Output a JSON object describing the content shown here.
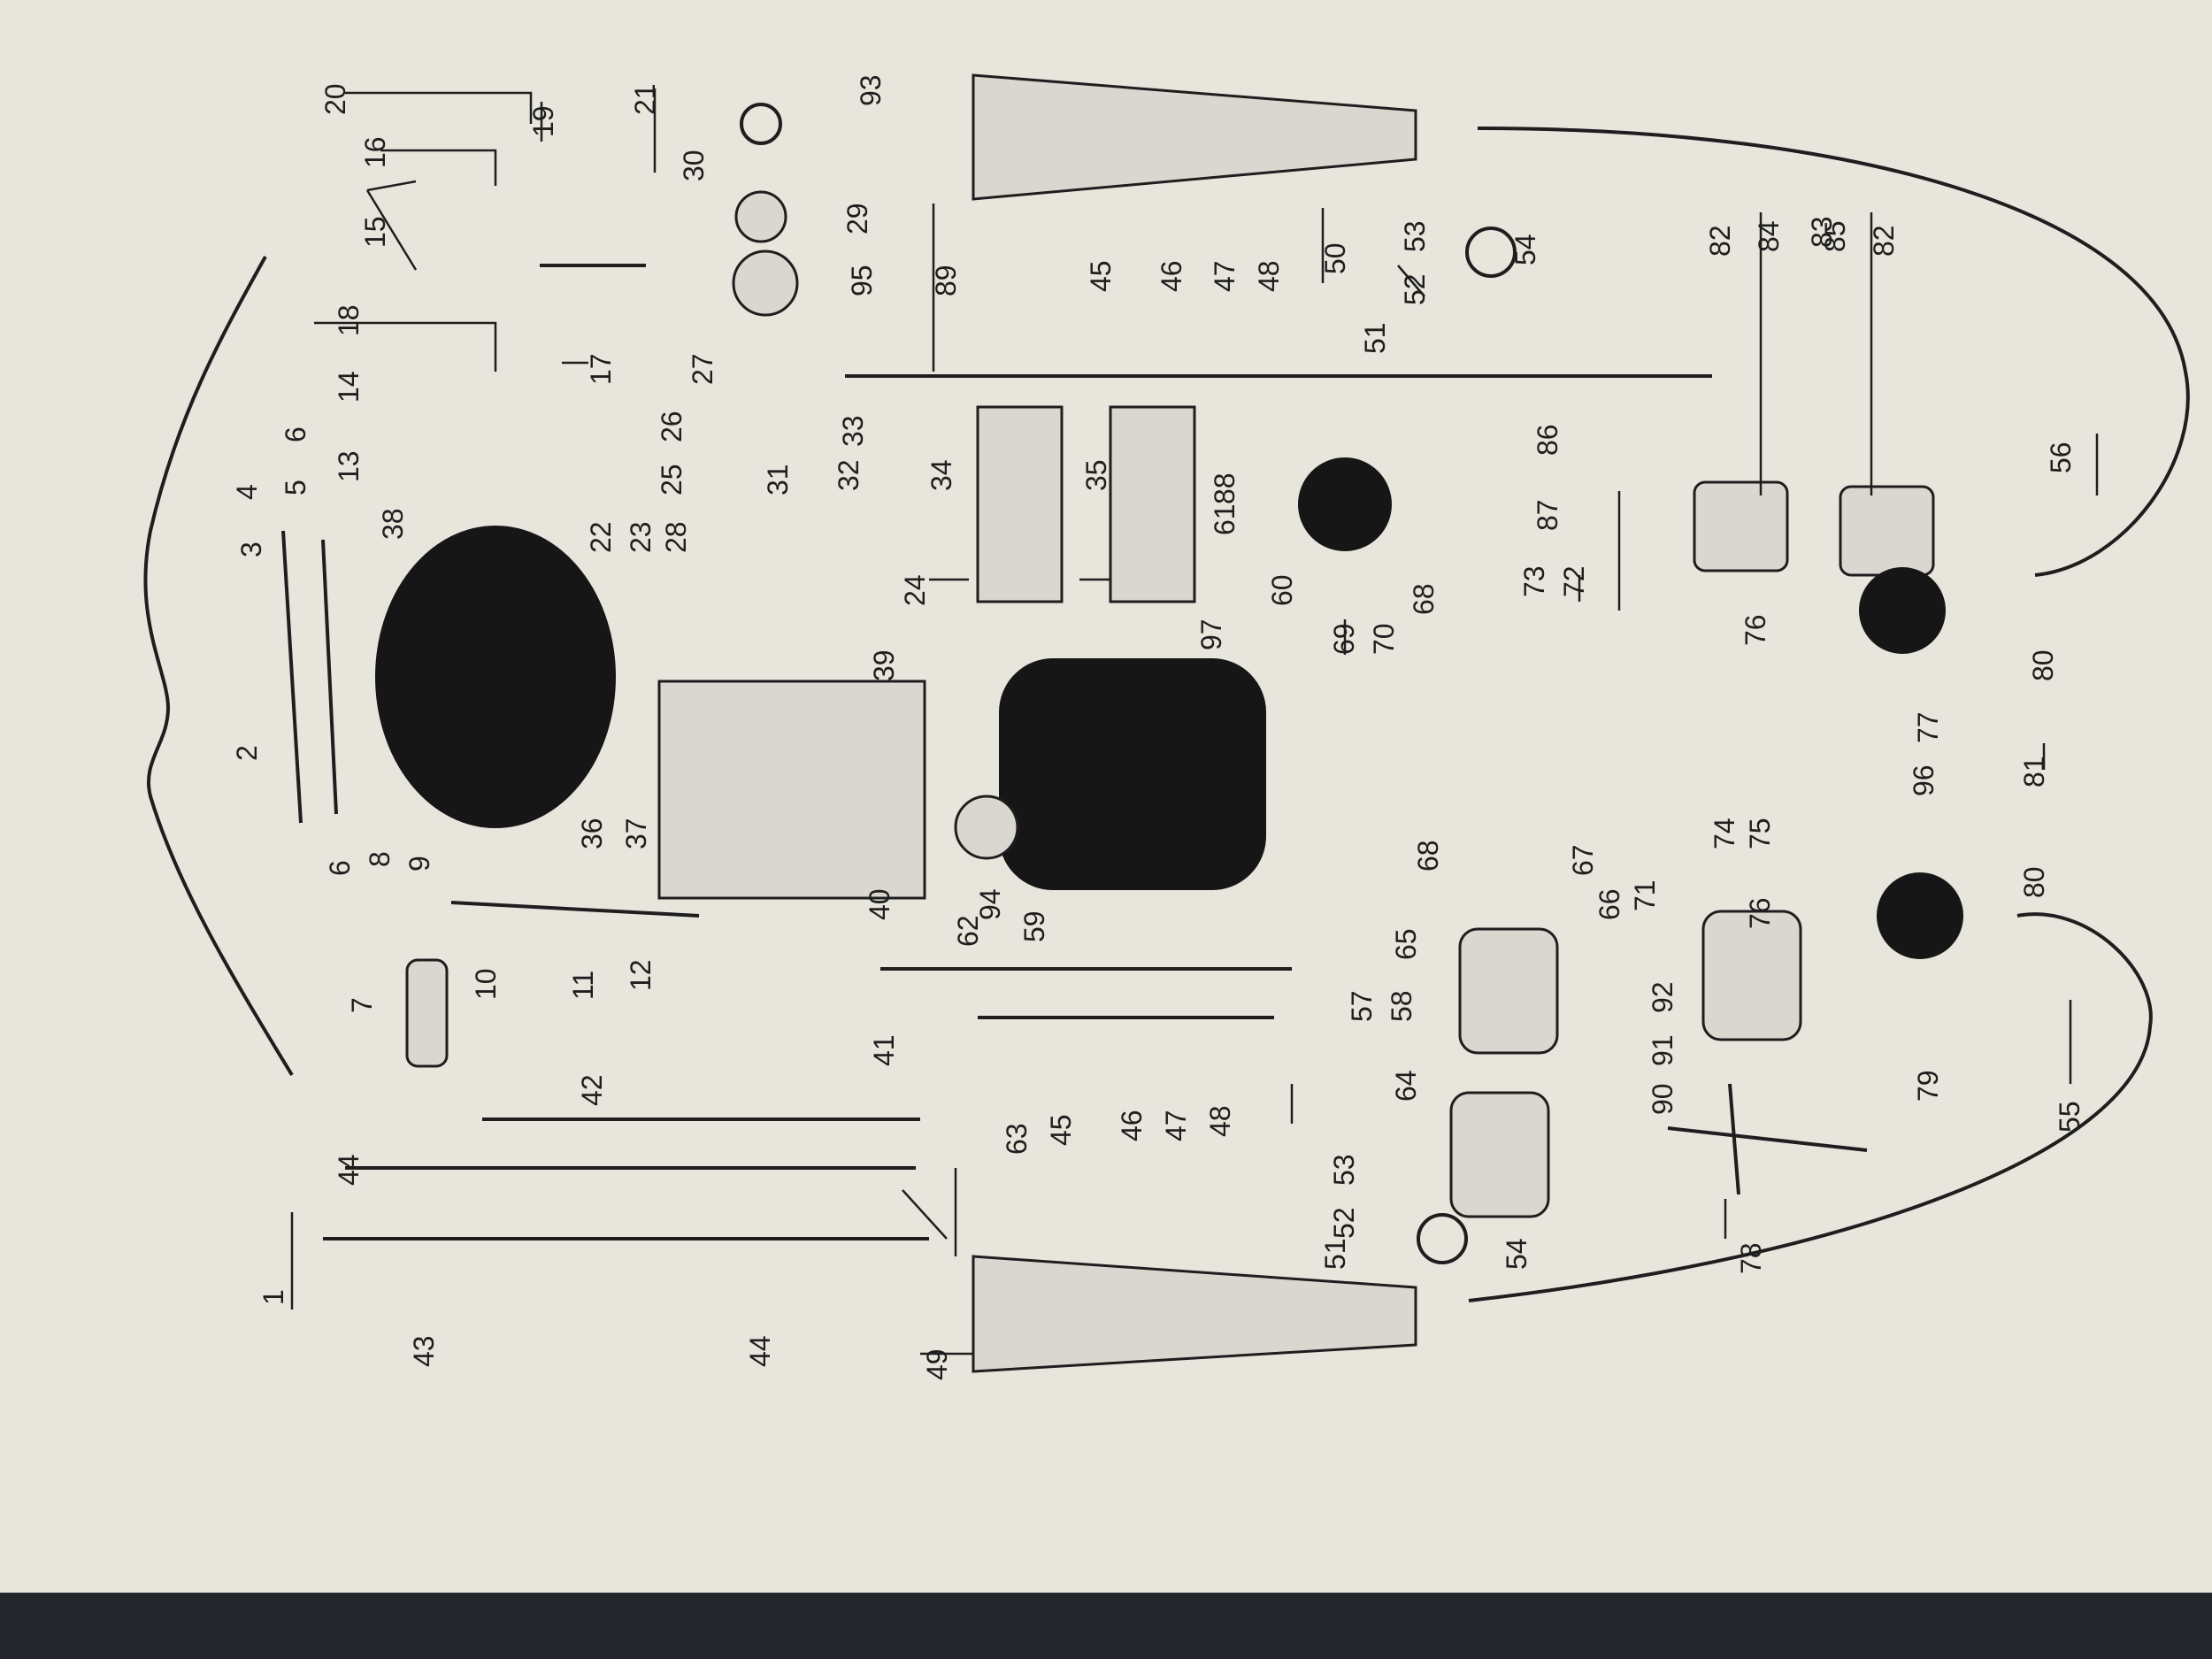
{
  "colors": {
    "paper": "#e7e5dc",
    "ink": "#1e1e1e",
    "table": "#23262b"
  },
  "callouts": [
    "1",
    "2",
    "3",
    "4",
    "5",
    "6",
    "6",
    "7",
    "8",
    "9",
    "10",
    "11",
    "12",
    "13",
    "14",
    "15",
    "16",
    "17",
    "18",
    "19",
    "20",
    "21",
    "22",
    "23",
    "24",
    "25",
    "26",
    "27",
    "28",
    "29",
    "30",
    "31",
    "32",
    "33",
    "34",
    "35",
    "36",
    "37",
    "38",
    "39",
    "40",
    "41",
    "42",
    "43",
    "44",
    "44",
    "45",
    "45",
    "46",
    "46",
    "47",
    "47",
    "48",
    "48",
    "49",
    "50",
    "51",
    "51",
    "52",
    "52",
    "53",
    "53",
    "54",
    "54",
    "55",
    "56",
    "57",
    "58",
    "59",
    "60",
    "61",
    "62",
    "63",
    "64",
    "65",
    "66",
    "67",
    "68",
    "68",
    "69",
    "70",
    "71",
    "72",
    "73",
    "74",
    "75",
    "76",
    "76",
    "77",
    "78",
    "79",
    "80",
    "80",
    "81",
    "82",
    "82",
    "83",
    "84",
    "85",
    "86",
    "87",
    "88",
    "89",
    "90",
    "91",
    "92",
    "93",
    "94",
    "95",
    "96",
    "97"
  ]
}
